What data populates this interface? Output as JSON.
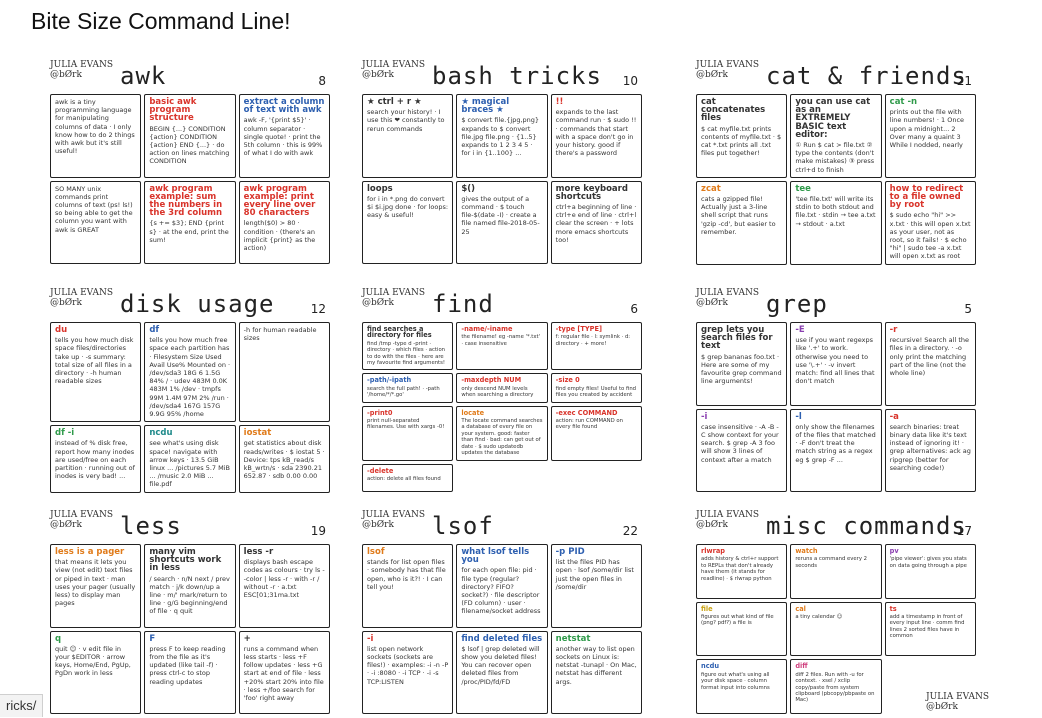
{
  "page": {
    "title": "Bite Size Command Line!"
  },
  "author": {
    "line1": "JULIA EVANS",
    "line2": "@bØrk"
  },
  "status_link": "ricks/",
  "pages": [
    {
      "title": "awk",
      "number": "8",
      "title_color": "#222",
      "panels": [
        {
          "heading": "",
          "text": "awk is a tiny programming language for manipulating columns of data · I only know how to do 2 things with awk but it's still useful!",
          "color": ""
        },
        {
          "heading": "basic awk program structure",
          "text": "BEGIN {...} CONDITION {action} CONDITION {action} END {...} · do action on lines matching CONDITION",
          "color": "red"
        },
        {
          "heading": "extract a column of text with awk",
          "text": "awk -F, '{print $5}' · column separator · single quote! · print the 5th column · this is 99% of what I do with awk",
          "color": "blue"
        },
        {
          "heading": "",
          "text": "SO MANY unix commands print columns of text (ps! ls!) so being able to get the column you want with awk is GREAT",
          "color": ""
        },
        {
          "heading": "awk program example: sum the numbers in the 3rd column",
          "text": "{s += $3}; END {print s} · at the end, print the sum!",
          "color": "red"
        },
        {
          "heading": "awk program example: print every line over 80 characters",
          "text": "length($0) > 80 · condition · (there's an implicit {print} as the action)",
          "color": "red"
        }
      ]
    },
    {
      "title": "bash tricks",
      "number": "10",
      "title_color": "#222",
      "panels": [
        {
          "heading": "★ ctrl + r ★",
          "text": "search your history! · I use this ❤ constantly to rerun commands",
          "color": ""
        },
        {
          "heading": "★ magical braces ★",
          "text": "$ convert file.{jpg,png} expands to $ convert file.jpg file.png · {1..5} expands to 1 2 3 4 5 · for i in {1..100} ...",
          "color": "blue"
        },
        {
          "heading": "!!",
          "text": "expands to the last command run · $ sudo !! · commands that start with a space don't go in your history. good if there's a password",
          "color": "red"
        },
        {
          "heading": "loops",
          "text": "for i in *.png do convert $i $i.jpg done · for loops: easy & useful!",
          "color": ""
        },
        {
          "heading": "$()",
          "text": "gives the output of a command · $ touch file-$(date -I) · create a file named file-2018-05-25",
          "color": ""
        },
        {
          "heading": "more keyboard shortcuts",
          "text": "ctrl+a beginning of line · ctrl+e end of line · ctrl+l clear the screen · + lots more emacs shortcuts too!",
          "color": ""
        }
      ]
    },
    {
      "title": "cat & friends",
      "number": "21",
      "title_color": "#222",
      "panels": [
        {
          "heading": "cat concatenates files",
          "text": "$ cat myfile.txt prints contents of myfile.txt · $ cat *.txt prints all .txt files put together!",
          "color": ""
        },
        {
          "heading": "you can use cat as an EXTREMELY BASIC text editor:",
          "text": "① Run $ cat > file.txt ② type the contents (don't make mistakes) ③ press ctrl+d to finish",
          "color": ""
        },
        {
          "heading": "cat -n",
          "text": "prints out the file with line numbers! · 1 Once upon a midnight... 2 Over many a quaint 3 While I nodded, nearly",
          "color": "green"
        },
        {
          "heading": "zcat",
          "text": "cats a gzipped file! Actually just a 3-line shell script that runs 'gzip -cd', but easier to remember.",
          "color": "orange"
        },
        {
          "heading": "tee",
          "text": "'tee file.txt' will write its stdin to both stdout and file.txt · stdin → tee a.txt → stdout · a.txt",
          "color": "green"
        },
        {
          "heading": "how to redirect to a file owned by root",
          "text": "$ sudo echo \"hi\" >> x.txt · this will open x.txt as your user, not as root, so it fails! · $ echo \"hi\" | sudo tee -a x.txt will open x.txt as root",
          "color": "red"
        }
      ]
    },
    {
      "title": "disk usage",
      "number": "12",
      "title_color": "#222",
      "panels": [
        {
          "heading": "du",
          "text": "tells you how much disk space files/directories take up · -s summary: total size of all files in a directory · -h human readable sizes",
          "color": "red"
        },
        {
          "heading": "df",
          "text": "tells you how much free space each partition has · Filesystem Size Used Avail Use% Mounted on · /dev/sda3 18G 6 1.5G 84% / · udev 483M 0.0K 483M 1% /dev · tmpfs 99M 1.4M 97M 2% /run · /dev/sda4 167G 157G 9.9G 95% /home",
          "color": "blue"
        },
        {
          "heading": "",
          "text": "-h for human readable sizes",
          "color": ""
        },
        {
          "heading": "df -i",
          "text": "instead of % disk free, report how many inodes are used/free on each partition · running out of inodes is very bad! ...",
          "color": "green"
        },
        {
          "heading": "ncdu",
          "text": "see what's using disk space! navigate with arrow keys · 13.5 GiB linux ... /pictures 5.7 MiB ... /music 2.0 MiB ... file.pdf",
          "color": "teal"
        },
        {
          "heading": "iostat",
          "text": "get statistics about disk reads/writes · $ iostat 5 · Device: tps kB_read/s kB_wrtn/s · sda 2390.21 652.87 · sdb 0.00 0.00",
          "color": "orange"
        }
      ]
    },
    {
      "title": "find",
      "number": "6",
      "title_color": "#222",
      "panels": [
        {
          "heading": "find searches a directory for files",
          "text": "find /tmp -type d -print · directory · which files · action to do with the files · here are my favourite find arguments!",
          "color": ""
        },
        {
          "heading": "-name/-iname",
          "text": "the filename! eg -name '*.txt' · case insensitive",
          "color": "red"
        },
        {
          "heading": "-type [TYPE]",
          "text": "f: regular file · l: symlink · d: directory · + more!",
          "color": "red"
        },
        {
          "heading": "-path/-ipath",
          "text": "search the full path! · -path '/home/*/*.go'",
          "color": "blue"
        },
        {
          "heading": "-maxdepth NUM",
          "text": "only descend NUM levels when searching a directory",
          "color": "red"
        },
        {
          "heading": "-size 0",
          "text": "find empty files! Useful to find files you created by accident",
          "color": "red"
        },
        {
          "heading": "-print0",
          "text": "print null-separated filenames. Use with xargs -0!",
          "color": "red"
        },
        {
          "heading": "locate",
          "text": "The locate command searches a database of every file on your system. good: faster than find · bad: can get out of date · $ sudo updatedb updates the database",
          "color": "orange"
        },
        {
          "heading": "-exec COMMAND",
          "text": "action: run COMMAND on every file found",
          "color": "red"
        },
        {
          "heading": "-delete",
          "text": "action: delete all files found",
          "color": "red"
        }
      ]
    },
    {
      "title": "grep",
      "number": "5",
      "title_color": "#222",
      "panels": [
        {
          "heading": "grep lets you search files for text",
          "text": "$ grep bananas foo.txt · Here are some of my favourite grep command line arguments!",
          "color": ""
        },
        {
          "heading": "-E",
          "text": "use if you want regexps like '.+' to work. otherwise you need to use '\\.+' · -v invert match: find all lines that don't match",
          "color": "purple"
        },
        {
          "heading": "-r",
          "text": "recursive! Search all the files in a directory. · -o only print the matching part of the line (not the whole line)",
          "color": "red"
        },
        {
          "heading": "-i",
          "text": "case insensitive · -A -B -C show context for your search. $ grep -A 3 foo will show 3 lines of context after a match",
          "color": "purple"
        },
        {
          "heading": "-l",
          "text": "only show the filenames of the files that matched · -F don't treat the match string as a regex eg $ grep -F ...",
          "color": "blue"
        },
        {
          "heading": "-a",
          "text": "search binaries: treat binary data like it's text instead of ignoring it! · grep alternatives: ack ag ripgrep (better for searching code!)",
          "color": "red"
        }
      ]
    },
    {
      "title": "less",
      "number": "19",
      "title_color": "#222",
      "panels": [
        {
          "heading": "less is a pager",
          "text": "that means it lets you view (not edit) text files or piped in text · man uses your pager (usually less) to display man pages",
          "color": "orange"
        },
        {
          "heading": "many vim shortcuts work in less",
          "text": "/ search · n/N next / prev match · j/k down/up a line · m/' mark/return to line · g/G beginning/end of file · q quit",
          "color": ""
        },
        {
          "heading": "less -r",
          "text": "displays bash escape codes as colours · try ls --color | less -r · with -r / without -r · a.txt ESC[01;31ma.txt",
          "color": ""
        },
        {
          "heading": "q",
          "text": "quit ☺ · v edit file in your $EDITOR · arrow keys, Home/End, PgUp, PgDn work in less",
          "color": "green"
        },
        {
          "heading": "F",
          "text": "press F to keep reading from the file as it's updated (like tail -f) · press ctrl-c to stop reading updates",
          "color": "blue"
        },
        {
          "heading": "+",
          "text": "runs a command when less starts · less +F follow updates · less +G start at end of file · less +20% start 20% into file · less +/foo search for 'foo' right away",
          "color": ""
        }
      ]
    },
    {
      "title": "lsof",
      "number": "22",
      "title_color": "#222",
      "panels": [
        {
          "heading": "lsof",
          "text": "stands for list open files · somebody has that file open, who is it?! · I can tell you!",
          "color": "orange"
        },
        {
          "heading": "what lsof tells you",
          "text": "for each open file: pid · file type (regular? directory? FIFO? socket?) · file descriptor (FD column) · user · filename/socket address",
          "color": "blue"
        },
        {
          "heading": "-p PID",
          "text": "list the files PID has open · lsof /some/dir list just the open files in /some/dir",
          "color": "blue"
        },
        {
          "heading": "-i",
          "text": "list open network sockets (sockets are files!) · examples: -i -n -P · -i :8080 · -i TCP · -i -s TCP:LISTEN",
          "color": "red"
        },
        {
          "heading": "find deleted files",
          "text": "$ lsof | grep deleted will show you deleted files! You can recover open deleted files from /proc/PID/fd/FD",
          "color": "blue"
        },
        {
          "heading": "netstat",
          "text": "another way to list open sockets on Linux is: netstat -tunapl · On Mac, netstat has different args.",
          "color": "green"
        }
      ]
    },
    {
      "title": "misc commands ❤",
      "number": "17",
      "title_color": "#222",
      "panels": [
        {
          "heading": "rlwrap",
          "text": "adds history & ctrl+r support to REPLs that don't already have them (it stands for readline) · $ rlwrap python",
          "color": "red"
        },
        {
          "heading": "watch",
          "text": "reruns a command every 2 seconds",
          "color": "orange"
        },
        {
          "heading": "pv",
          "text": "'pipe viewer': gives you stats on data going through a pipe",
          "color": "purple"
        },
        {
          "heading": "file",
          "text": "figures out what kind of file (png? pdf?) a file is",
          "color": "yellow"
        },
        {
          "heading": "cal",
          "text": "a tiny calendar ☺",
          "color": "orange"
        },
        {
          "heading": "ts",
          "text": "add a timestamp in front of every input line · comm find lines 2 sorted files have in common",
          "color": "red"
        },
        {
          "heading": "ncdu",
          "text": "figure out what's using all your disk space · column format input into columns",
          "color": "blue"
        },
        {
          "heading": "diff",
          "text": "diff 2 files. Run with -u for context. · xsel / xclip copy/paste from system clipboard (pbcopy/pbpaste on Mac)",
          "color": "pink"
        }
      ]
    }
  ],
  "bottom_author": {
    "line1": "JULIA EVANS",
    "line2": "@bØrk"
  }
}
